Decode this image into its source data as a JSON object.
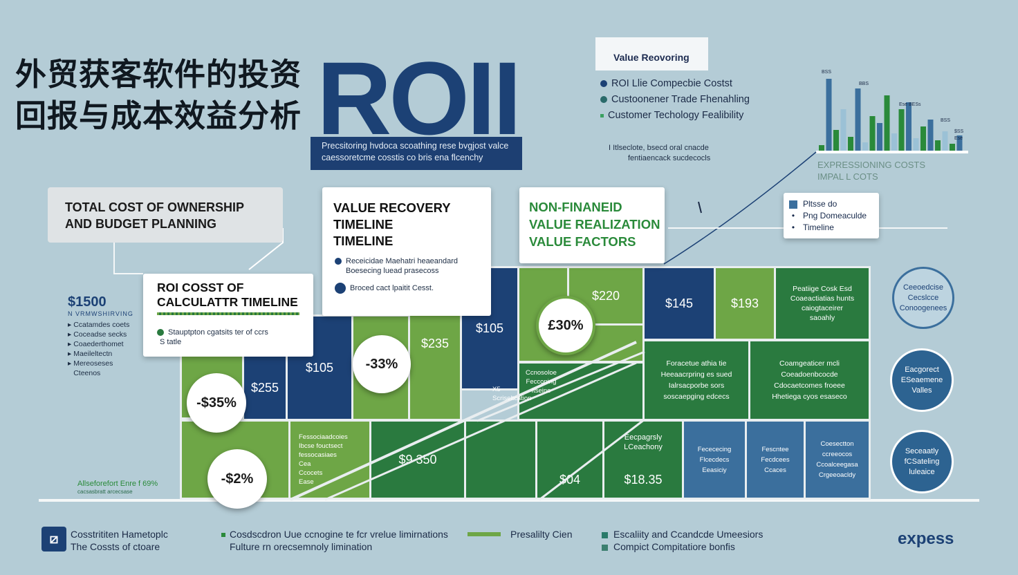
{
  "title_cn": [
    "外贸获客软件的投资",
    "回报与成本效益分析"
  ],
  "roi_heading": "ROII",
  "roi_subtitle": [
    "Precsitoring hvdoca scoathing rese bvgjost valce",
    "caessoretcme cosstis co bris ena flcenchy"
  ],
  "value_recovering_box": "Value Reovoring",
  "top_legend": [
    "ROI  Llie Compecbie Costst",
    "Custoonener Trade  Fhenahling",
    "Customer Techology Fealibility"
  ],
  "top_legend_small": [
    "I Itlseclote, bsecd oral cnacde",
    "fentiaencack sucdecocls"
  ],
  "top_chart": {
    "labels": [
      "BSS",
      "BBS",
      "Ese BESs",
      "BSS",
      "$SS",
      "Ese"
    ],
    "caption": [
      "EXPRESSIONING COSTS",
      "IMPAL L COTS"
    ]
  },
  "right_legend": [
    "Pltsse do",
    "Png Domeaculde",
    "Timeline"
  ],
  "tco_card": [
    "TOTAL COST OF OWNERSHIP",
    "AND BUDGET PLANNING"
  ],
  "vrt_card": {
    "heading": [
      "VALUE RECOVERY",
      "TIMELINE",
      "TIMELINE"
    ],
    "items": [
      "Receicidae Maehatri heaeandard",
      "Boesecing luead prasecoss",
      "Broced cact lpaitit Cesst."
    ]
  },
  "nfv_card": [
    "NON-FINANEID",
    "VALUE REALIZATION",
    "VALUE FACTORS"
  ],
  "rcc_card": {
    "heading": [
      "ROI COSST OF",
      "CALCULATTR TIMELINE"
    ],
    "items": [
      "Stauptpton cgatsits ter of ccrs",
      "S tatle"
    ]
  },
  "left_stats": {
    "big": "$1500",
    "sub": "N VRMWSHIRVING",
    "items": [
      "Ccatamdes coets",
      "Coceadse secks",
      "Coaederthomet",
      "Maeileltectn",
      "Mereoseses",
      "Cteenos"
    ]
  },
  "bottom_left_note": [
    "Allseforefort Enre f 69%",
    "cacsasbratt  arcecsase"
  ],
  "grid_values": {
    "v1": "$255",
    "v2": "$105",
    "v3": "$235",
    "v4": "$105",
    "v5": "$220",
    "v6": "$145",
    "v7": "$193",
    "v8": "$9 350",
    "v9": "$04",
    "v10": "$18.35"
  },
  "circles": {
    "c1": "-$35%",
    "c2": "-33%",
    "c3": "£30%",
    "c4": "-$2%"
  },
  "cell_texts": {
    "t1": [
      "Peatiige Cosk Esd",
      "Coaeactiatias hunts",
      "caiogtaceirer",
      "saoahly"
    ],
    "t2": [
      "Foracetue athia tie",
      "Heeaacrpring es sued",
      "Ialrsacporbe   sors",
      "soscaepging edcecs"
    ],
    "t3": [
      "Coamgeaticer mcli",
      "Coeadoenbcocde",
      "Cdocaetcomes froeee",
      "Hhetiega cyos esaseco"
    ],
    "t4": [
      "Ccnosoloe",
      "Fecconing",
      "Itseine"
    ],
    "t5": [
      "X5",
      "Scriseltcation"
    ],
    "t6": [
      "Fessociaadcoies",
      "Ibcse fouctsect",
      "fessocasiaes",
      "Cea",
      "Ccocets",
      "Ease"
    ],
    "t7": [
      "Eecpagrsly",
      "LCeachony"
    ],
    "t8": [
      "Fecececing",
      "Flcecdecs",
      "Eeasiciy"
    ],
    "t9": [
      "Fescntee",
      "Fecdcees",
      "Ccaces"
    ],
    "t10": [
      "Coesectton",
      "ccreeocos",
      "Ccoalceegasa",
      "Crgeeoacldy"
    ]
  },
  "bubbles": {
    "b1": [
      "Ceeoedcise",
      "Cecslcce",
      "Conoogenees"
    ],
    "b2": [
      "Eacgorect",
      "ESeaemene",
      "Valles"
    ],
    "b3": [
      "Seceaatly",
      "fCSateling",
      "luleaice"
    ]
  },
  "footer": {
    "left": [
      "Cosstrititen Hametoplc",
      "The Cossts of ctoare"
    ],
    "mid": [
      "Cosdscdron Uue ccnogine te fcr vrelue limirnations",
      "Fulture  rn orecsemnoly limination"
    ],
    "mid2": "Presalilty Cien",
    "right": [
      "Escaliity  and Ccandcde Umeesiors",
      "Compict Compitatiore bonfis"
    ],
    "brand": "expess"
  },
  "colors": {
    "navy": "#1c4175",
    "light_green": "#6ea646",
    "dark_green": "#2a7a3f",
    "teal": "#3b6f9d",
    "background": "#b4ccd6"
  }
}
